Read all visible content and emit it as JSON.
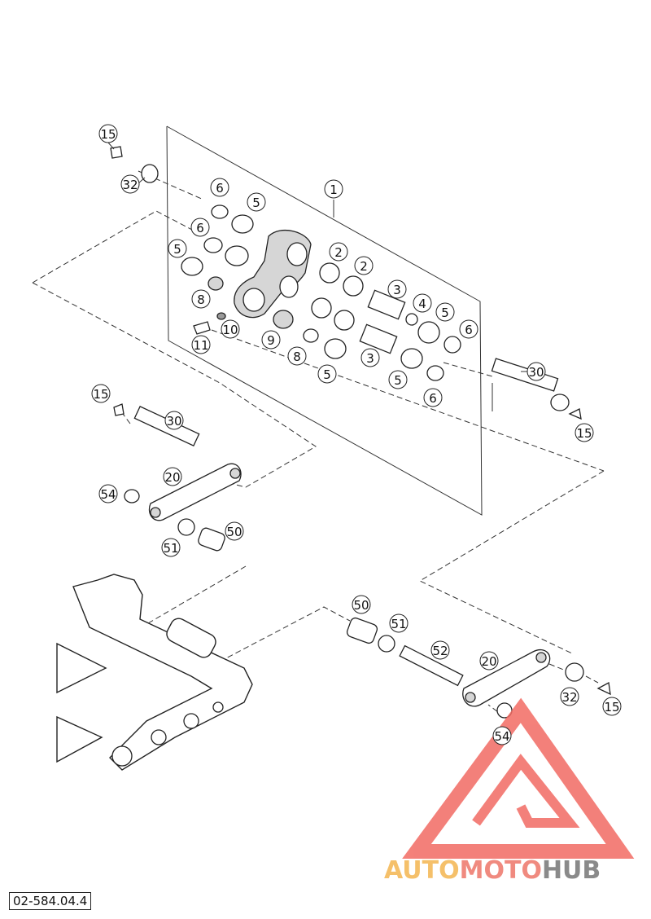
{
  "document": {
    "reference": "02-584.04.4"
  },
  "watermark": {
    "logo_parts": [
      "AUTO",
      "MOTO",
      "HUB"
    ],
    "colors": {
      "auto": "#f5c06a",
      "moto": "#f08a7f",
      "hub": "#8a8a8a",
      "triangle": "#f26b63"
    }
  },
  "callouts": [
    {
      "id": "c1-a",
      "label": "1"
    },
    {
      "id": "c15-a",
      "label": "15"
    },
    {
      "id": "c32-a",
      "label": "32"
    },
    {
      "id": "c6-a",
      "label": "6"
    },
    {
      "id": "c5-a",
      "label": "5"
    },
    {
      "id": "c6-b",
      "label": "6"
    },
    {
      "id": "c5-b",
      "label": "5"
    },
    {
      "id": "c2-a",
      "label": "2"
    },
    {
      "id": "c2-b",
      "label": "2"
    },
    {
      "id": "c3-a",
      "label": "3"
    },
    {
      "id": "c4-a",
      "label": "4"
    },
    {
      "id": "c5-c",
      "label": "5"
    },
    {
      "id": "c6-c",
      "label": "6"
    },
    {
      "id": "c8-a",
      "label": "8"
    },
    {
      "id": "c10-a",
      "label": "10"
    },
    {
      "id": "c11-a",
      "label": "11"
    },
    {
      "id": "c9-a",
      "label": "9"
    },
    {
      "id": "c8-b",
      "label": "8"
    },
    {
      "id": "c3-b",
      "label": "3"
    },
    {
      "id": "c5-d",
      "label": "5"
    },
    {
      "id": "c5-e",
      "label": "5"
    },
    {
      "id": "c6-d",
      "label": "6"
    },
    {
      "id": "c30-a",
      "label": "30"
    },
    {
      "id": "c15-b",
      "label": "15"
    },
    {
      "id": "c15-c",
      "label": "15"
    },
    {
      "id": "c30-b",
      "label": "30"
    },
    {
      "id": "c20-a",
      "label": "20"
    },
    {
      "id": "c54-a",
      "label": "54"
    },
    {
      "id": "c51-a",
      "label": "51"
    },
    {
      "id": "c50-a",
      "label": "50"
    },
    {
      "id": "c50-b",
      "label": "50"
    },
    {
      "id": "c51-b",
      "label": "51"
    },
    {
      "id": "c52-a",
      "label": "52"
    },
    {
      "id": "c20-b",
      "label": "20"
    },
    {
      "id": "c32-b",
      "label": "32"
    },
    {
      "id": "c15-d",
      "label": "15"
    },
    {
      "id": "c54-b",
      "label": "54"
    }
  ]
}
